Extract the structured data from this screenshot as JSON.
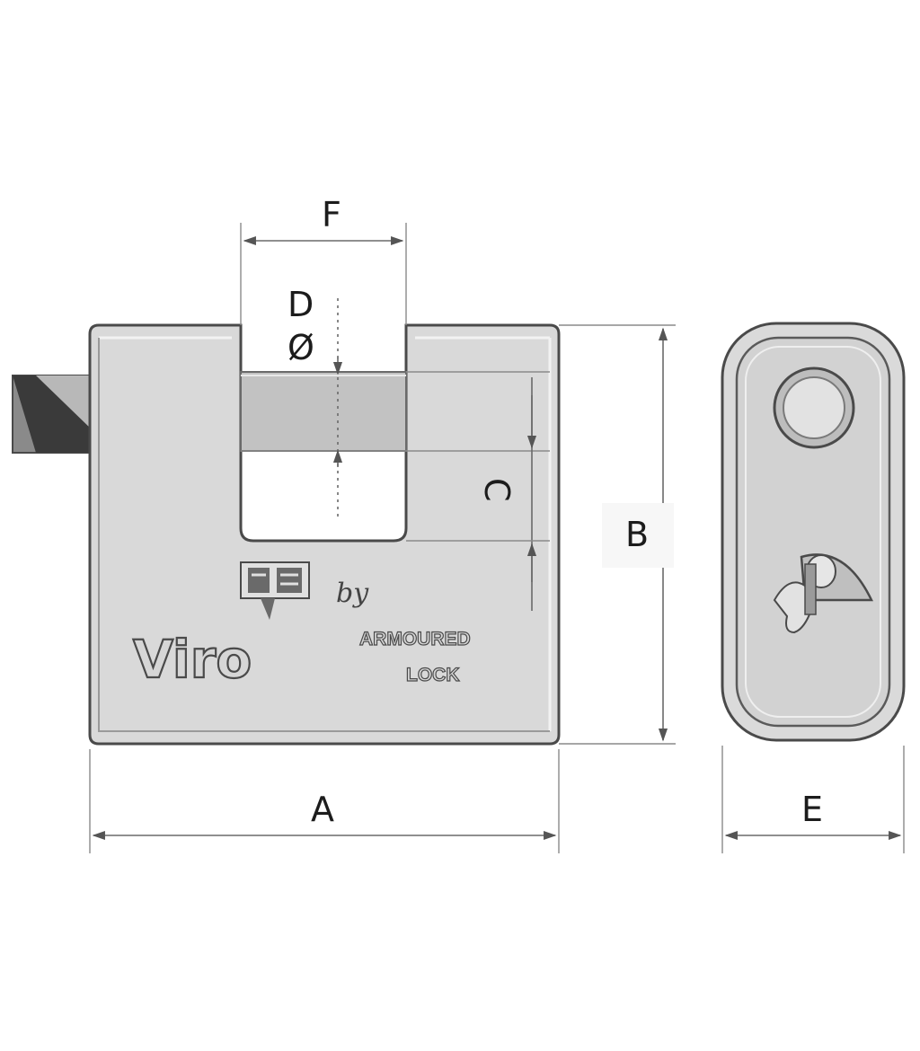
{
  "dimension_labels": {
    "a": "A",
    "b": "B",
    "c": "C",
    "d": "D",
    "diameter_symbol": "Ø",
    "e": "E",
    "f": "F"
  },
  "lock_markings": {
    "brand": "Viro",
    "by": "by",
    "armoured_line1": "ARMOURED",
    "armoured_line2": "LOCK"
  },
  "colors": {
    "body_fill": "#d9d9d9",
    "outline": "#4a4a4a",
    "dimension_line": "#6a6a6a",
    "text": "#1c1c1c"
  }
}
